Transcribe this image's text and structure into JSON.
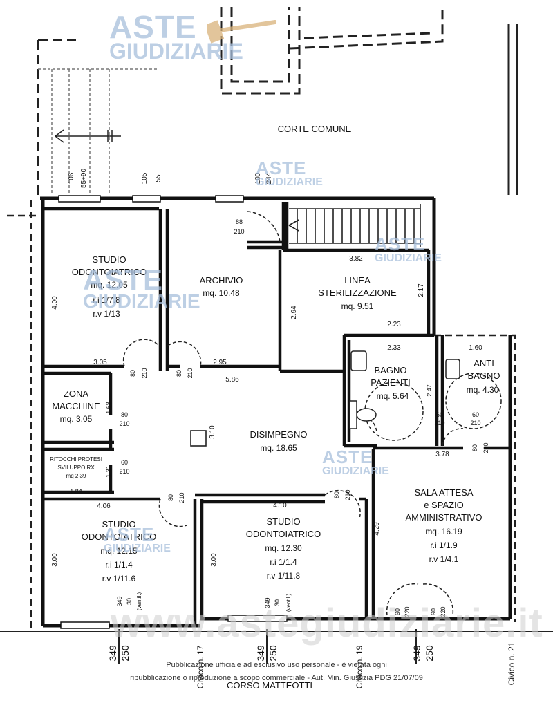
{
  "watermark": {
    "brand_top": "ASTE",
    "brand_bottom": "GIUDIZIARIE",
    "site": "www.astegiudiziarie.it"
  },
  "footer": {
    "line1": "Pubblicazione ufficiale ad esclusivo uso personale - è vietata ogni",
    "line2": "ripubblicazione o riproduzione a scopo commerciale - Aut. Min. Giustizia PDG 21/07/09"
  },
  "street": "CORSO MATTEOTTI",
  "civico": {
    "c17": "Civico n. 17",
    "c19": "Civico n. 19",
    "c21": "Civico n. 21"
  },
  "corte": "CORTE COMUNE",
  "rooms": {
    "studio1": {
      "name1": "STUDIO",
      "name2": "ODONTOIATRICO",
      "area": "mq. 12.05",
      "ri": "r.i 1/7.8",
      "rv": "r.v 1/13"
    },
    "archivio": {
      "name1": "ARCHIVIO",
      "area": "mq. 10.48"
    },
    "linea": {
      "name1": "LINEA",
      "name2": "STERILIZZAZIONE",
      "area": "mq. 9.51"
    },
    "zona": {
      "name1": "ZONA",
      "name2": "MACCHINE",
      "area": "mq. 3.05"
    },
    "ritocchi": {
      "name1": "RITOCCHI PROTESI",
      "name2": "SVILUPPO RX",
      "area": "mq 2.39"
    },
    "disimpegno": {
      "name1": "DISIMPEGNO",
      "area": "mq. 18.65"
    },
    "bagno": {
      "name1": "BAGNO",
      "name2": "PAZIENTI",
      "area": "mq. 5.64"
    },
    "anti": {
      "name1": "ANTI",
      "name2": "BAGNO",
      "area": "mq. 4.30"
    },
    "sala": {
      "name1": "SALA ATTESA",
      "name2": "e SPAZIO",
      "name3": "AMMINISTRATIVO",
      "area": "mq. 16.19",
      "ri": "r.i 1/1.9",
      "rv": "r.v 1/4.1"
    },
    "studio2": {
      "name1": "STUDIO",
      "name2": "ODONTOIATRICO",
      "area": "mq. 12.15",
      "ri": "r.i 1/1.4",
      "rv": "r.v 1/11.6"
    },
    "studio3": {
      "name1": "STUDIO",
      "name2": "ODONTOIATRICO",
      "area": "mq. 12.30",
      "ri": "r.i 1/1.4",
      "rv": "r.v 1/11.8"
    }
  },
  "dimensions": {
    "d106": "106",
    "d5590": "55+90",
    "d105": "105",
    "d55": "55",
    "d100": "100",
    "d244": "244",
    "d88": "88",
    "d210a": "210",
    "d382": "3.82",
    "d400": "4.00",
    "d294": "2.94",
    "d217": "2.17",
    "d223": "2.23",
    "d305": "3.05",
    "d295": "2.95",
    "d80a": "80",
    "d210b": "210",
    "d80b": "80",
    "d210c": "210",
    "d586": "5.86",
    "d233": "2.33",
    "d160": "1.60",
    "d168": "1.68",
    "d80c": "80",
    "d210d": "210",
    "d310": "3.10",
    "d131": "1.31",
    "d60": "60",
    "d210e": "210",
    "d184": "1.84",
    "d406": "4.06",
    "d80d": "80",
    "d210f": "210",
    "d410": "4.10",
    "d80e": "80",
    "d210g": "210",
    "d378": "3.78",
    "d80f": "80",
    "d210h": "210",
    "d60b": "60",
    "d210i": "210",
    "d247": "2.47",
    "d60c": "60",
    "d210j": "210",
    "d429": "4.29",
    "d300": "3.00",
    "d300b": "3.00",
    "d349a": "349",
    "d30a": "30",
    "d349b": "349",
    "d30b": "30",
    "d90a": "90",
    "d220a": "220",
    "d90b": "90",
    "d220b": "220",
    "b349a": "349",
    "b250a": "250",
    "b349b": "349",
    "b250b": "250",
    "b349c": "349",
    "b250c": "250",
    "ventil": "(ventil.)"
  },
  "accent_colors": {
    "wall": "#111111",
    "watermark": "#a8bfdc",
    "gavel": "#d9b27a"
  }
}
